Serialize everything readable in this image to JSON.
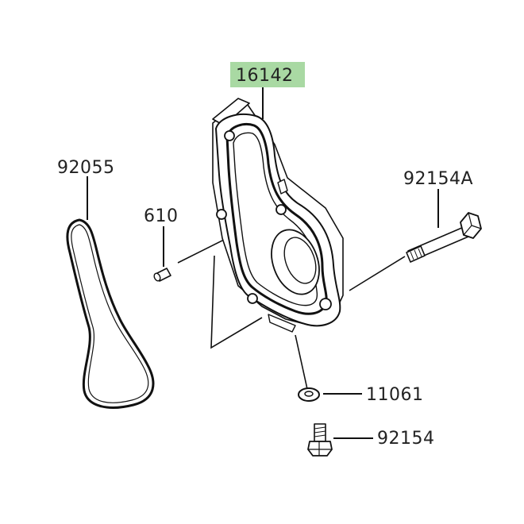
{
  "diagram": {
    "highlight_color": "#a9d9a3",
    "callouts": {
      "cover": "16142",
      "oring": "92055",
      "dowel": "610",
      "long_bolt": "92154A",
      "washer": "11061",
      "short_bolt": "92154"
    }
  }
}
